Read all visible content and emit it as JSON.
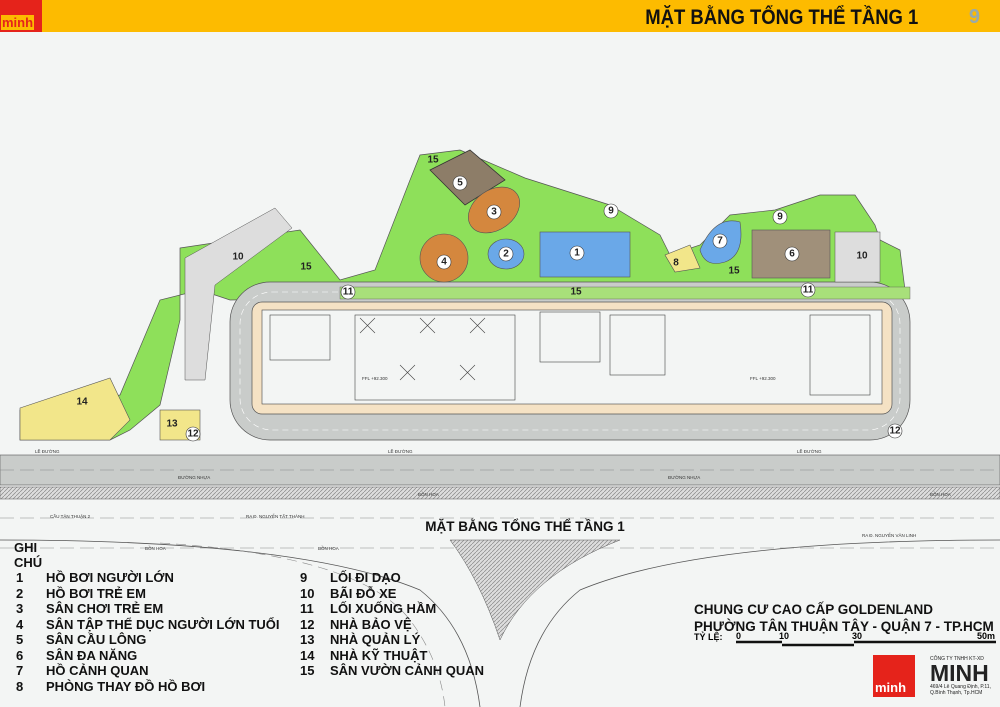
{
  "header": {
    "title": "MẶT BẰNG TỔNG THỂ TẦNG 1",
    "page": "9",
    "logo": "minh"
  },
  "plan": {
    "caption": "MẶT BẰNG TỔNG THỂ TẦNG 1",
    "ffl": [
      "FFL +92.300",
      "FFL +92.300"
    ],
    "streets": {
      "le_duong": "LỀ ĐƯỜNG",
      "duong_nhua": "ĐƯỜNG NHỰA",
      "bon_hoa": "BỒN HOA",
      "cau": "CẦU TÂN THUẬN 2",
      "nguyen_tat_thanh": "RA Đ. NGUYỄN TẤT THÀNH",
      "nguyen_van_linh": "RA Đ. NGUYỄN VĂN LINH"
    },
    "markers": [
      "1",
      "2",
      "3",
      "4",
      "5",
      "6",
      "7",
      "8",
      "9",
      "9",
      "10",
      "10",
      "11",
      "11",
      "12",
      "12",
      "13",
      "14",
      "15",
      "15",
      "15",
      "15"
    ]
  },
  "colors": {
    "header": "#fdbb00",
    "grass": "#8ee05a",
    "pool": "#6aa8e8",
    "building": "#f5e2c4",
    "road": "#c9ccca",
    "brand": "#e5231b"
  },
  "legend": {
    "title": "GHI CHÚ",
    "items": [
      {
        "n": "1",
        "t": "HỒ BƠI NGƯỜI LỚN"
      },
      {
        "n": "2",
        "t": "HỒ BƠI TRẺ EM"
      },
      {
        "n": "3",
        "t": "SÂN CHƠI TRẺ EM"
      },
      {
        "n": "4",
        "t": "SÂN TẬP THỂ DỤC NGƯỜI LỚN TUỔI"
      },
      {
        "n": "5",
        "t": "SÂN CẦU LÔNG"
      },
      {
        "n": "6",
        "t": "SÂN ĐA NĂNG"
      },
      {
        "n": "7",
        "t": "HỒ CẢNH QUAN"
      },
      {
        "n": "8",
        "t": "PHÒNG THAY ĐỒ HỒ BƠI"
      },
      {
        "n": "9",
        "t": "LỐI ĐI DẠO"
      },
      {
        "n": "10",
        "t": "BÃI ĐỖ XE"
      },
      {
        "n": "11",
        "t": "LỐI XUỐNG HẦM"
      },
      {
        "n": "12",
        "t": "NHÀ BẢO VỆ"
      },
      {
        "n": "13",
        "t": "NHÀ QUẢN LÝ"
      },
      {
        "n": "14",
        "t": "NHÀ KỸ THUẬT"
      },
      {
        "n": "15",
        "t": "SÂN VƯỜN CẢNH QUAN"
      }
    ]
  },
  "project": {
    "line1": "CHUNG CƯ CAO CẤP GOLDENLAND",
    "line2": "PHƯỜNG TÂN THUẬN TÂY - QUẬN 7 - TP.HCM",
    "scale_label": "TỶ LỆ:",
    "scale_ticks": [
      "0",
      "10",
      "30",
      "50m"
    ]
  },
  "company": {
    "small": "CÔNG TY TNHH KT-XD",
    "name": "MINH",
    "addr1": "469/4 Lê Quang Định, P.11,",
    "addr2": "Q.Bình Thạnh, Tp.HCM",
    "logo": "minh"
  }
}
